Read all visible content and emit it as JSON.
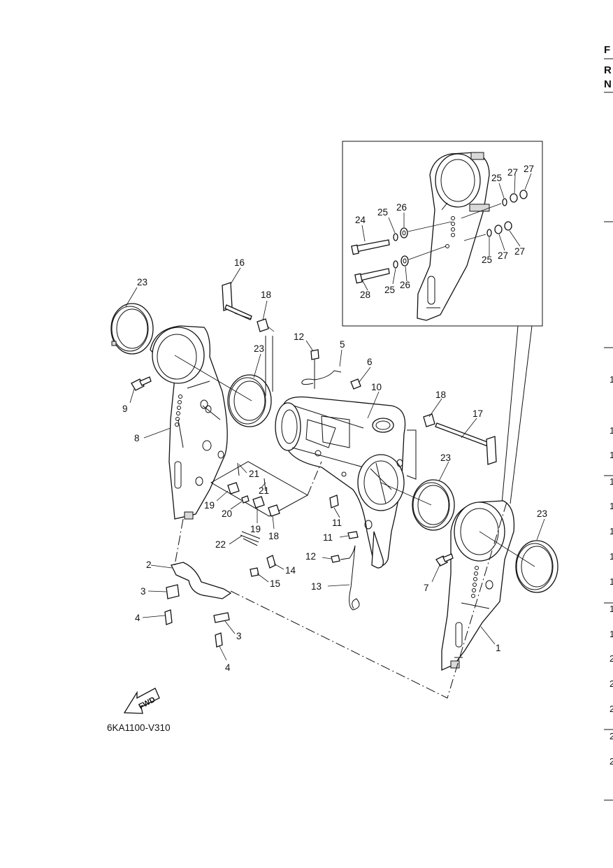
{
  "diagram": {
    "code": "6KA1100-V310",
    "fwd_label": "FWD",
    "labels": {
      "p1": "1",
      "p2": "2",
      "p3a": "3",
      "p3b": "3",
      "p4a": "4",
      "p4b": "4",
      "p5": "5",
      "p6": "6",
      "p7": "7",
      "p8": "8",
      "p9": "9",
      "p10": "10",
      "p11a": "11",
      "p11b": "11",
      "p12a": "12",
      "p12b": "12",
      "p13": "13",
      "p14": "14",
      "p15": "15",
      "p16": "16",
      "p17": "17",
      "p18a": "18",
      "p18b": "18",
      "p18c": "18",
      "p19a": "19",
      "p19b": "19",
      "p20": "20",
      "p21a": "21",
      "p21b": "21",
      "p22": "22",
      "p23a": "23",
      "p23b": "23",
      "p23c": "23",
      "p23d": "23",
      "p24": "24",
      "p25a": "25",
      "p25b": "25",
      "p25c": "25",
      "p25d": "25",
      "p26a": "26",
      "p26b": "26",
      "p27a": "27",
      "p27b": "27",
      "p27c": "27",
      "p27d": "27",
      "p28": "28"
    }
  },
  "right_edge": {
    "header": [
      "F",
      "R",
      "N"
    ],
    "row_marks": [
      "1",
      "1",
      "1",
      "1",
      "1",
      "1",
      "1",
      "1",
      "1",
      "1",
      "2",
      "2",
      "2",
      "2",
      "2"
    ]
  }
}
